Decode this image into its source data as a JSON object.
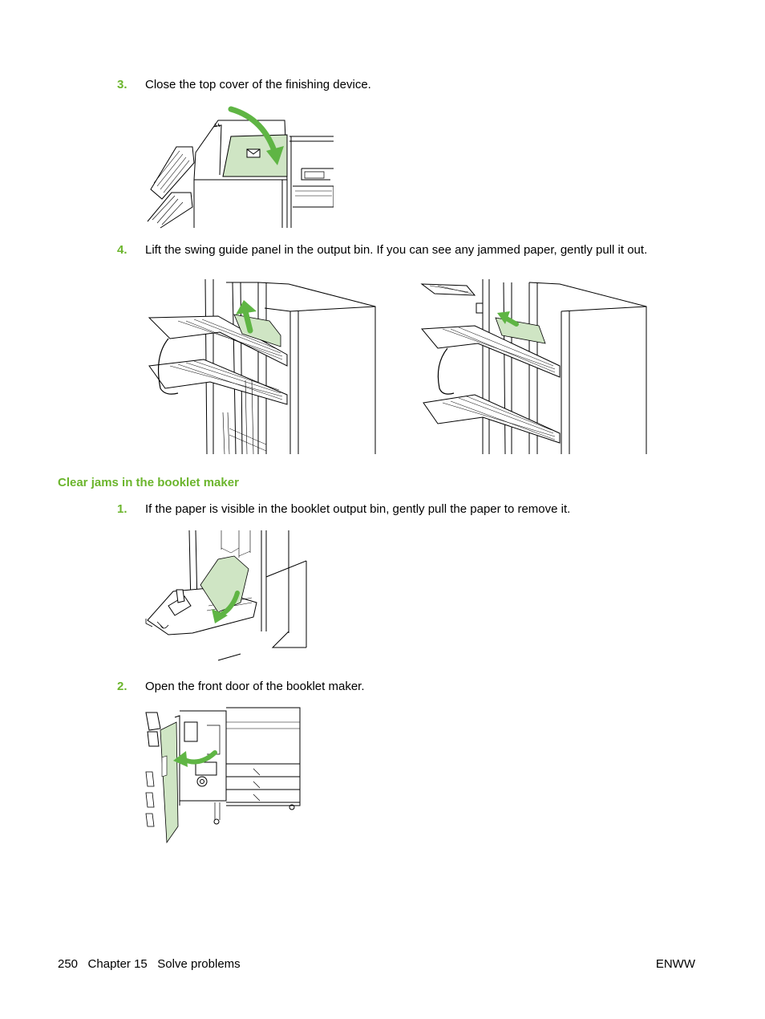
{
  "steps_top": [
    {
      "number": "3.",
      "text": "Close the top cover of the finishing device."
    },
    {
      "number": "4.",
      "text": "Lift the swing guide panel in the output bin. If you can see any jammed paper, gently pull it out."
    }
  ],
  "section": {
    "heading": "Clear jams in the booklet maker"
  },
  "steps_booklet": [
    {
      "number": "1.",
      "text": "If the paper is visible in the booklet output bin, gently pull the paper to remove it."
    },
    {
      "number": "2.",
      "text": "Open the front door of the booklet maker."
    }
  ],
  "footer": {
    "page": "250",
    "chapter": "Chapter 15",
    "title": "Solve problems",
    "right": "ENWW"
  },
  "colors": {
    "accent": "#6bb52c",
    "highlight_fill": "#cfe5c4",
    "arrow_green": "#5fb544"
  }
}
